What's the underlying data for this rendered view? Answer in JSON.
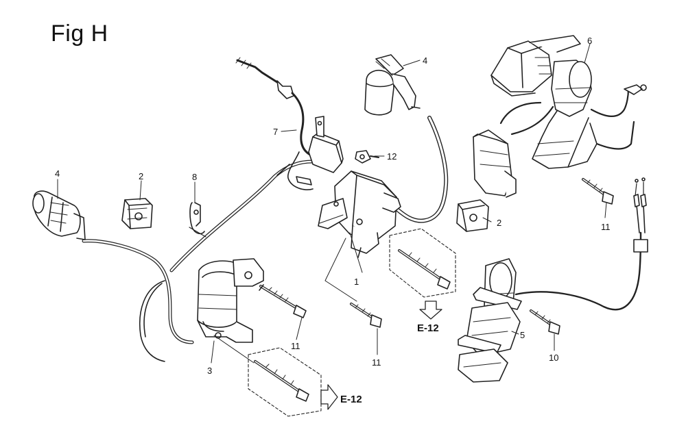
{
  "figure": {
    "title": "Fig H",
    "callouts": {
      "c1": "1",
      "c2a": "2",
      "c2b": "2",
      "c3": "3",
      "c4a": "4",
      "c4b": "4",
      "c5": "5",
      "c6": "6",
      "c7": "7",
      "c8": "8",
      "c10": "10",
      "c11a": "11",
      "c11b": "11",
      "c11c": "11",
      "c12": "12"
    },
    "references": {
      "ref_a": "E-12",
      "ref_b": "E-12"
    }
  }
}
